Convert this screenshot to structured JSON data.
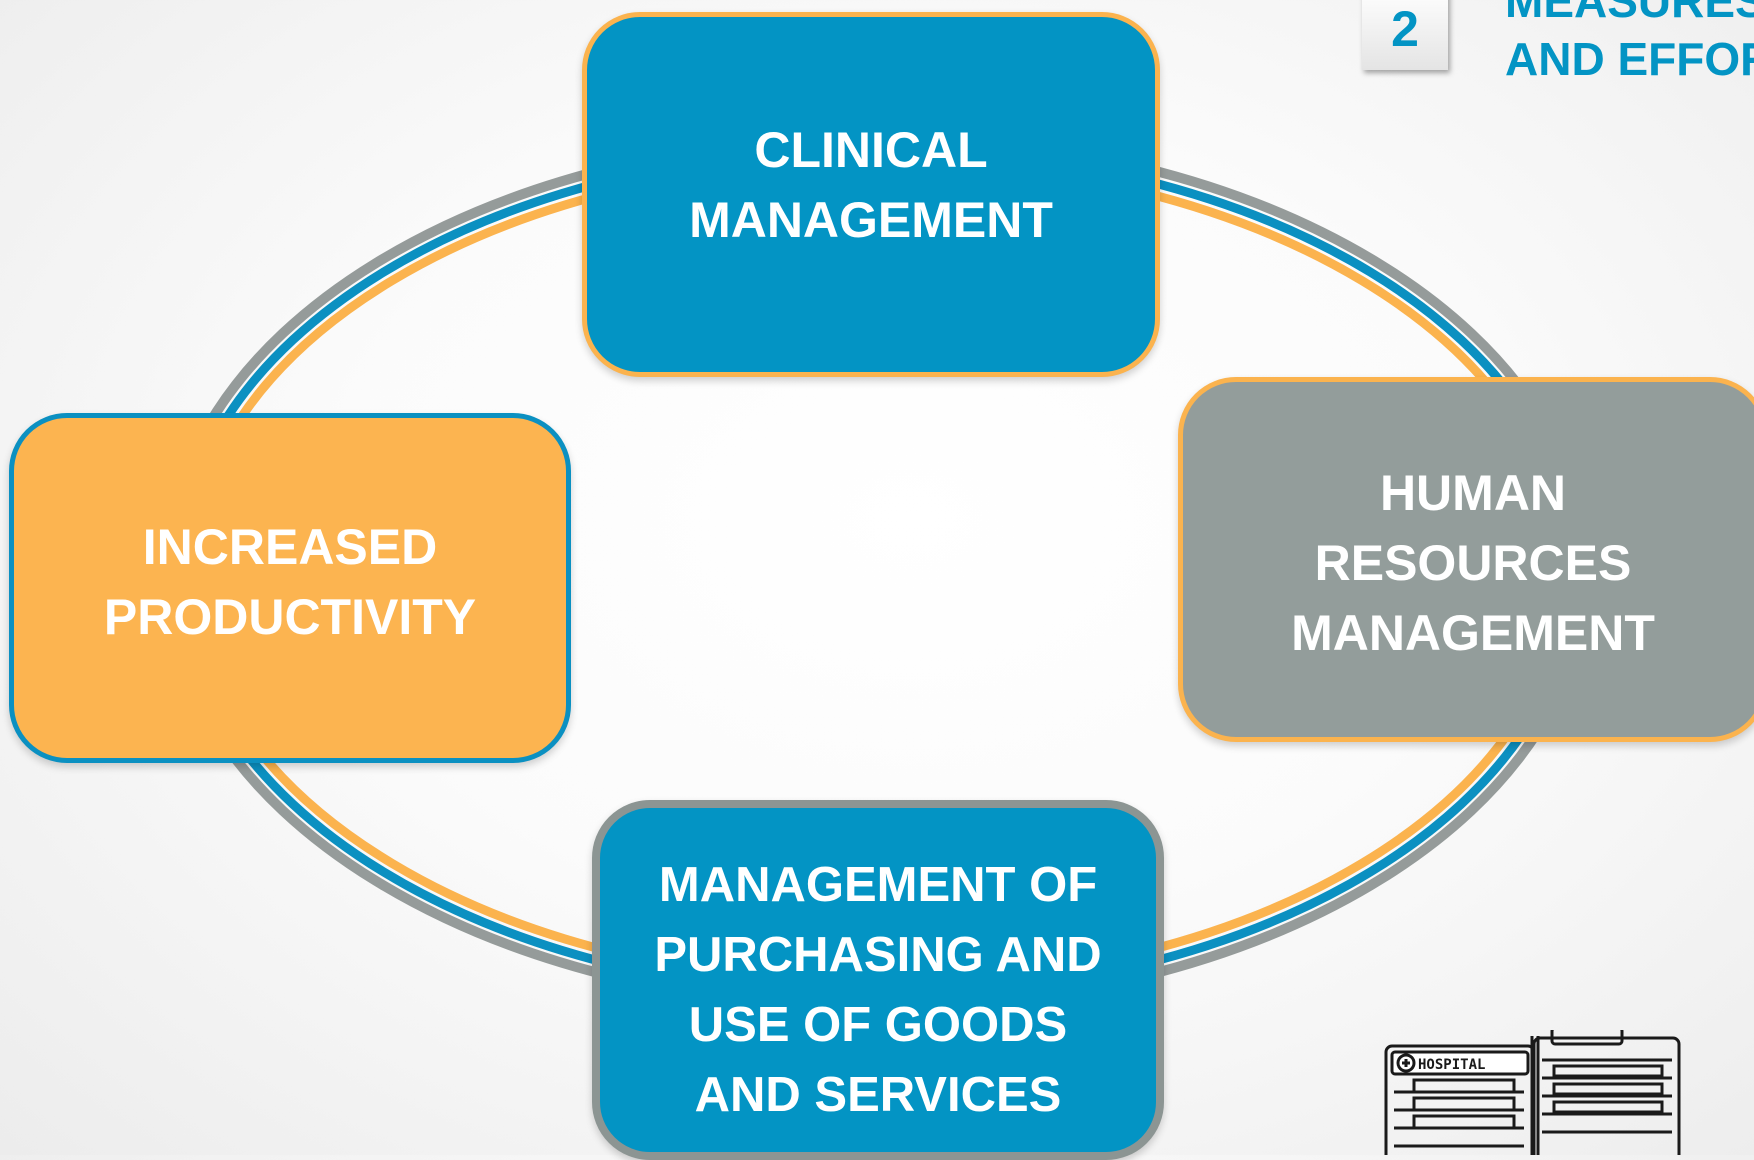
{
  "header": {
    "badge_number": "2",
    "title_line_1": "MEASURES",
    "title_line_2": "AND EFFORTS"
  },
  "diagram": {
    "clinical": {
      "line_1": "CLINICAL",
      "line_2": "MANAGEMENT"
    },
    "human_resources": {
      "line_1": "HUMAN",
      "line_2": "RESOURCES",
      "line_3": "MANAGEMENT"
    },
    "productivity": {
      "line_1": "INCREASED",
      "line_2": "PRODUCTIVITY"
    },
    "purchasing": {
      "line_1": "MANAGEMENT OF",
      "line_2": "PURCHASING AND",
      "line_3": "USE OF GOODS",
      "line_4": "AND SERVICES"
    }
  },
  "illustration": {
    "hospital_sign": "HOSPITAL"
  },
  "colors": {
    "blue": "#0394c4",
    "orange": "#fbb34e",
    "gray": "#939d9b",
    "ring_gray": "#959b9a"
  }
}
